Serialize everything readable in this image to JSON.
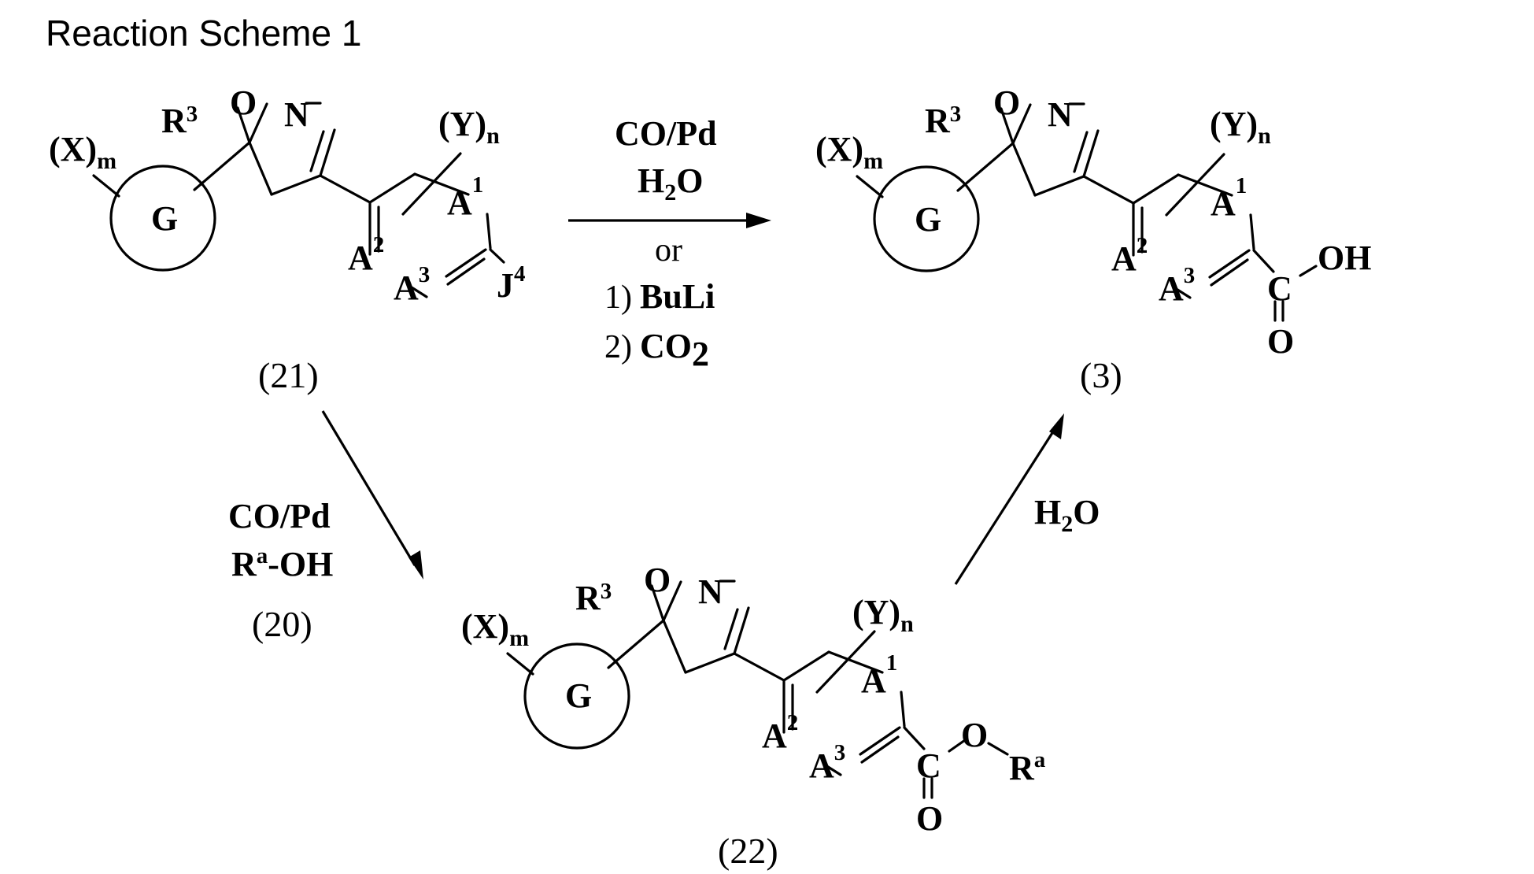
{
  "scheme_title": "Reaction Scheme 1",
  "atoms": {
    "X": "(X)",
    "m": "m",
    "R": "R",
    "r3": "3",
    "O": "O",
    "N": "N",
    "G": "G",
    "Y": "(Y)",
    "n": "n",
    "A": "A",
    "n1": "1",
    "n2": "2",
    "n3": "3",
    "J": "J",
    "n4": "4",
    "C": "C",
    "OH": "OH",
    "a": "a"
  },
  "compounds": {
    "c21": "(21)",
    "c3": "(3)",
    "c22": "(22)"
  },
  "arrows": {
    "top": {
      "line1": "CO/Pd",
      "line2_main": "H",
      "line2_sub": "2",
      "line2_end": "O",
      "line3": "or",
      "line4_num": "1)",
      "line4_bold": "BuLi",
      "line5_num": "2)",
      "line5_bold": "CO",
      "line5_sub": "2"
    },
    "left": {
      "line1": "CO/Pd",
      "line2_main": "R",
      "line2_sup": "a",
      "line2_end": "-OH",
      "line3": "(20)"
    },
    "right": {
      "line1_main": "H",
      "line1_sub": "2",
      "line1_end": "O"
    }
  }
}
